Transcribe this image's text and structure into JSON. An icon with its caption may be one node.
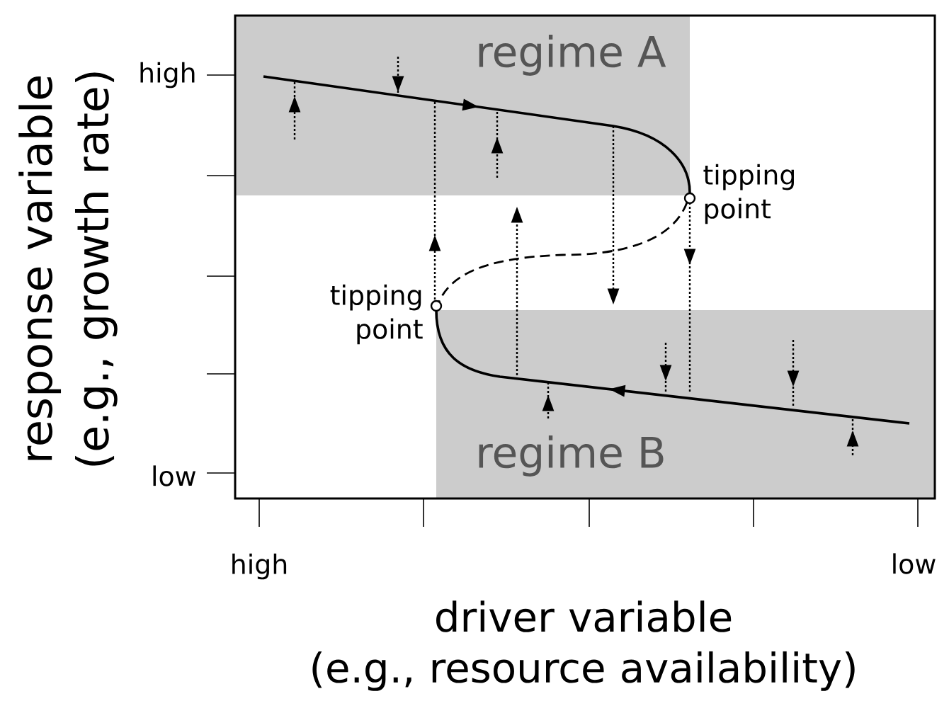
{
  "diagram": {
    "labels": [
      "regime A",
      "high",
      "tipping point",
      "tipping point",
      "low",
      "regime B",
      "response variable (e.g., growth rate)",
      "high",
      "low",
      "driver variable (e.g., resource availability)"
    ]
  }
}
